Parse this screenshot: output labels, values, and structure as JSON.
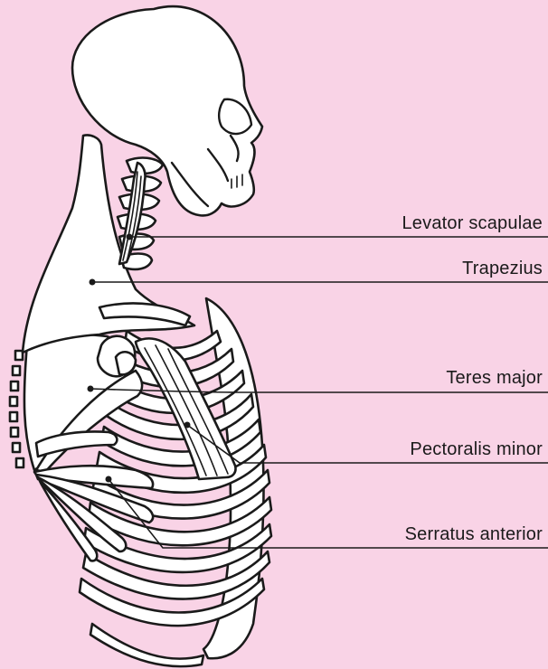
{
  "colors": {
    "background": "#f9d3e6",
    "ink": "#1a1a1a",
    "fill": "#ffffff"
  },
  "labels": {
    "levator_scapulae": "Levator scapulae",
    "trapezius": "Trapezius",
    "teres_major": "Teres major",
    "pectoralis_minor": "Pectoralis minor",
    "serratus_anterior": "Serratus anterior"
  }
}
